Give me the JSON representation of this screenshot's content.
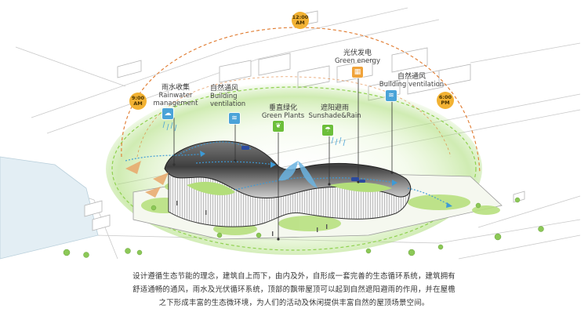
{
  "labels": {
    "rainwater": {
      "zh": "雨水收集",
      "en1": "Rainwater",
      "en2": "management"
    },
    "vent_left": {
      "zh": "自然通风",
      "en1": "Building",
      "en2": "ventilation"
    },
    "green": {
      "zh": "垂直绿化",
      "en1": "Green Plants"
    },
    "sunshade": {
      "zh": "遮阳避雨",
      "en1": "Sunshade&Rain"
    },
    "solar": {
      "zh": "光伏发电",
      "en1": "Green energy"
    },
    "vent_right": {
      "zh": "自然通风",
      "en1": "Building ventilation"
    }
  },
  "times": {
    "noon": {
      "t": "12:00",
      "p": "AM"
    },
    "morning": {
      "t": "9:00",
      "p": "AM"
    },
    "evening": {
      "t": "6:00",
      "p": "PM"
    }
  },
  "colors": {
    "sun": "#f2b233",
    "green_halo": "#8fd14f",
    "orbit": "#e07a2e",
    "water_icon": "#4aa3d8",
    "green_icon": "#6cbf3a",
    "solar_icon": "#f0a33a",
    "roof": "#4a4a4a",
    "airflow": "#3d9ad6"
  },
  "icons": {
    "rainwater": "rain-cloud-icon",
    "vent_left": "wind-thermometer-icon",
    "green": "leaf-icon",
    "sunshade": "umbrella-icon",
    "solar": "solar-panel-icon",
    "vent_right": "wind-thermometer-icon"
  },
  "caption": {
    "line1": "设计遵循生态节能的理念，建筑自上而下，由内及外，自形成一套完善的生态循环系统，建筑拥有",
    "line2": "舒适通畅的通风，雨水及光伏循环系统，顶部的飘带屋顶可以起到自然遮阳避雨的作用，并在屋檐",
    "line3": "之下形成丰富的生态微环境，为人们的活动及休闲提供丰富自然的屋顶场景空间。"
  }
}
